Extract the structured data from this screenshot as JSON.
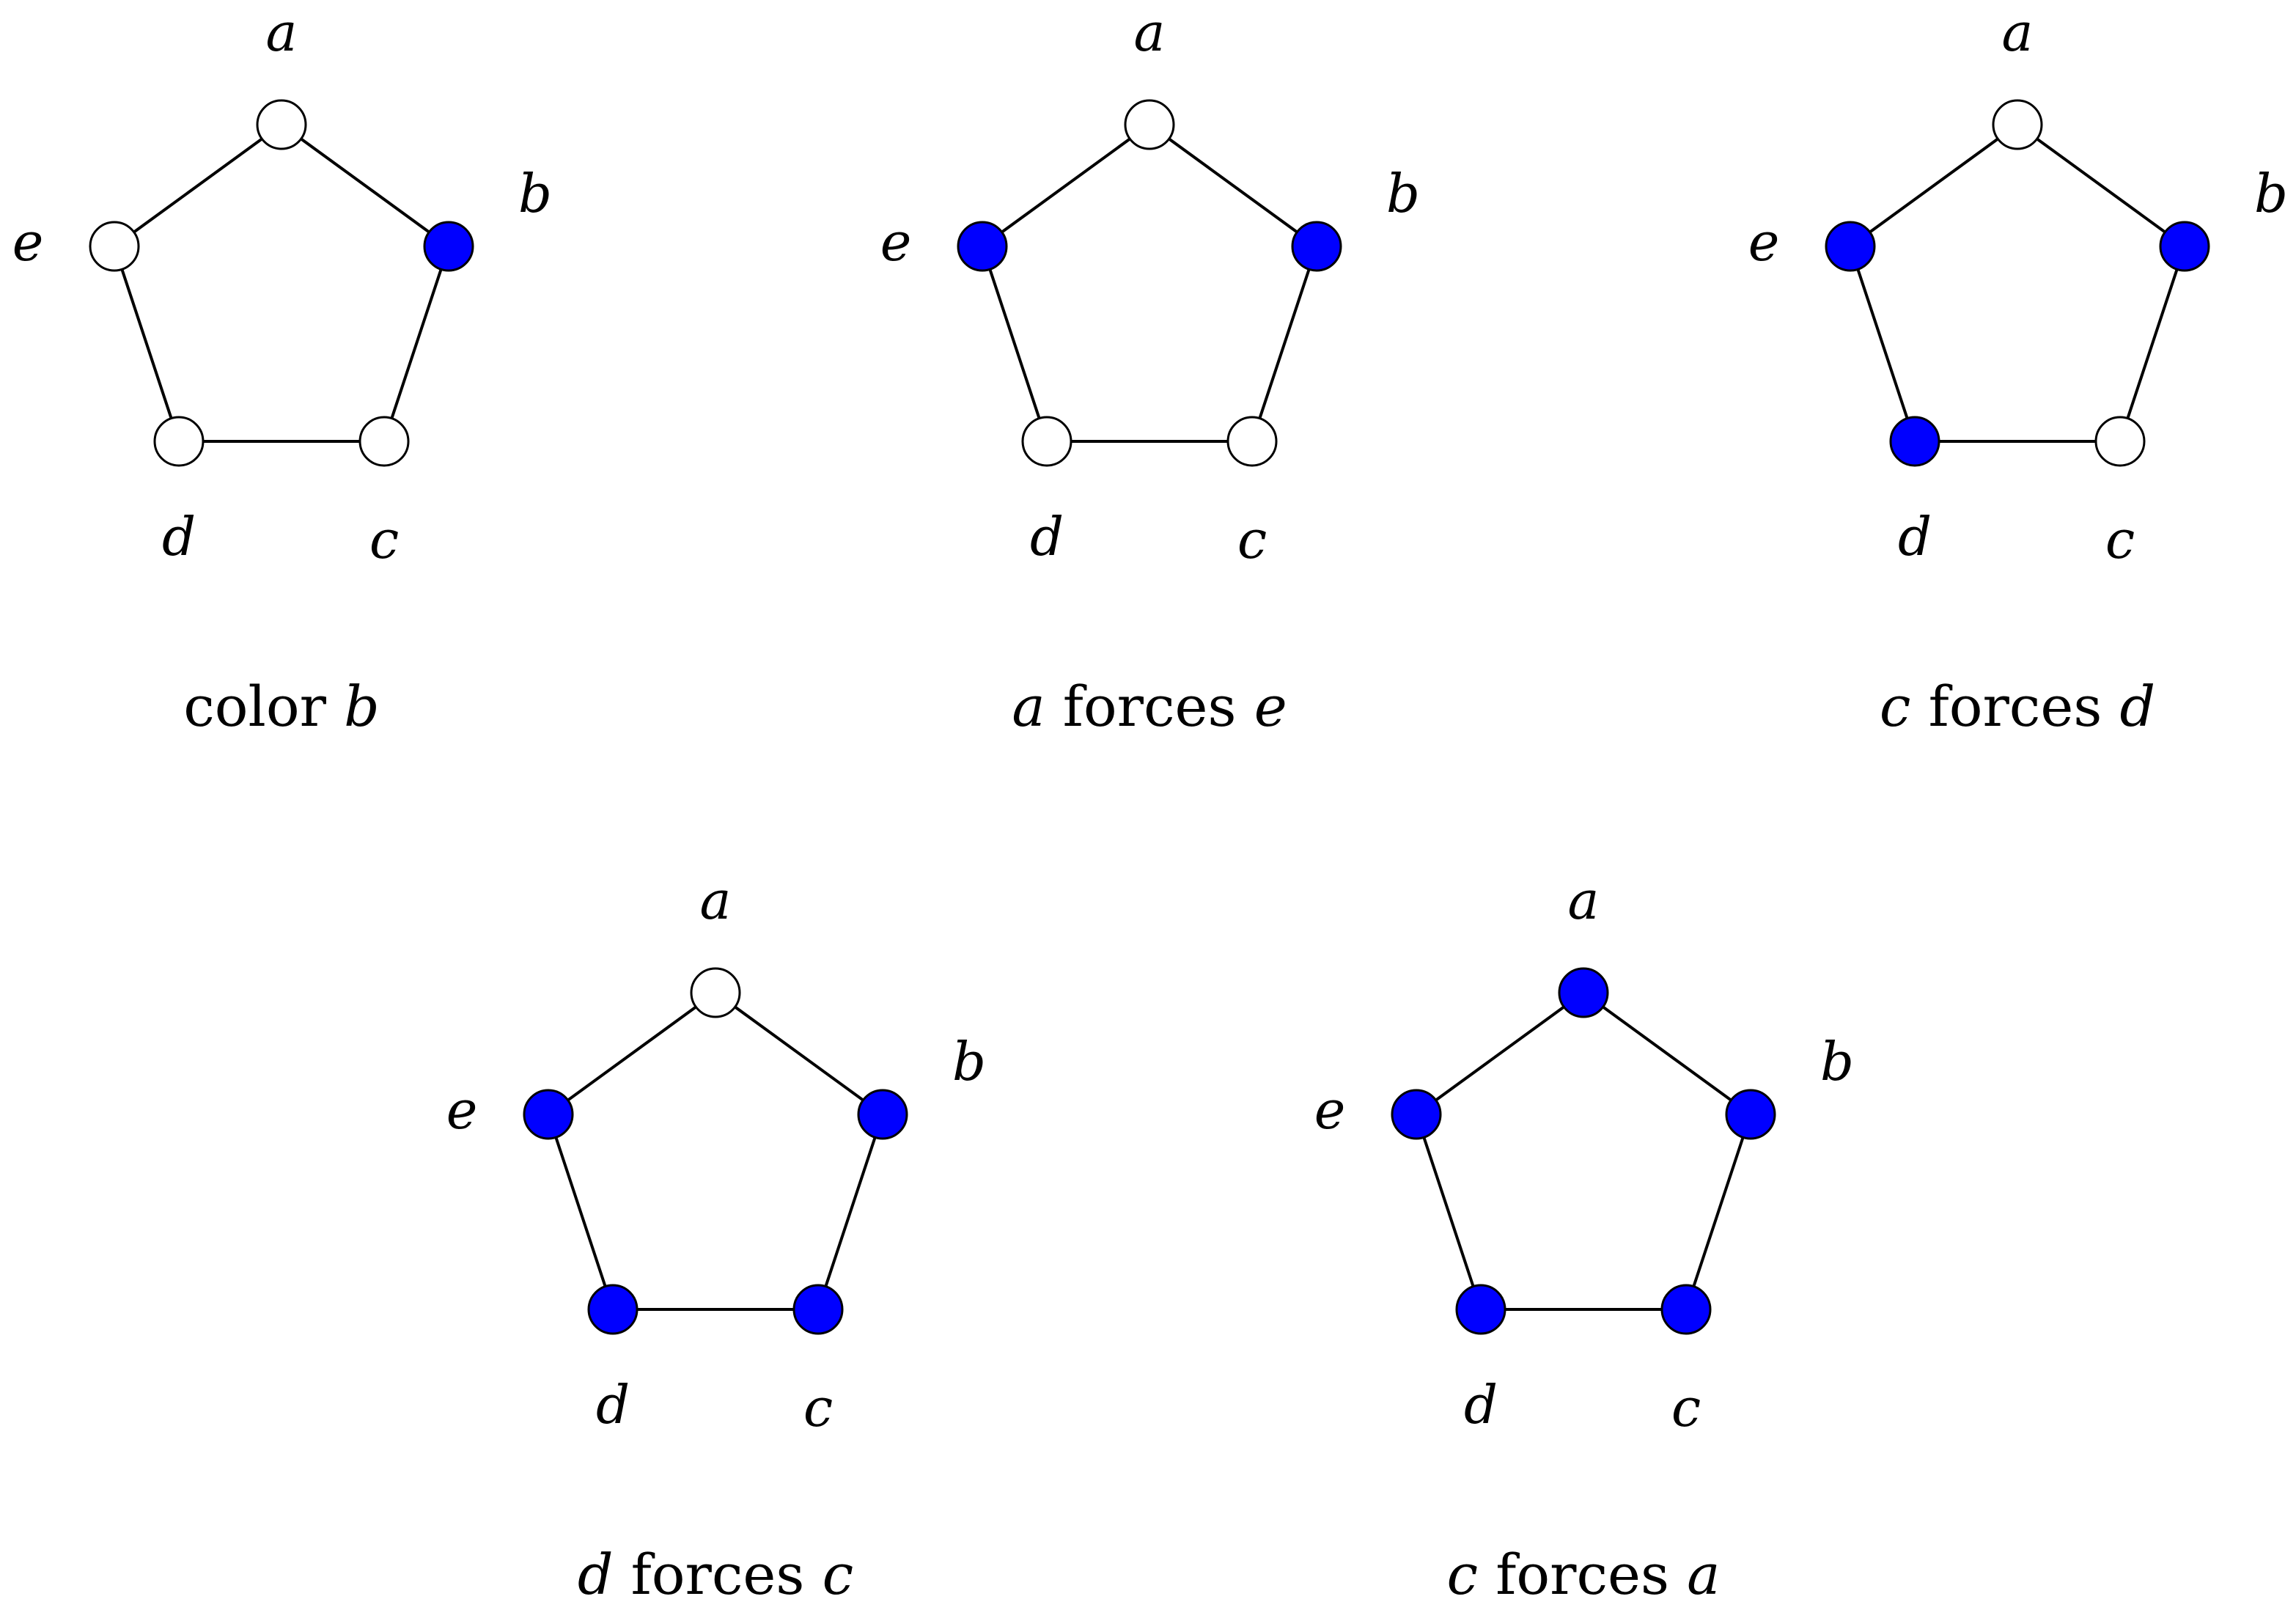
{
  "colors": {
    "filled": "#0000ff",
    "empty": "#ffffff",
    "stroke": "#000000"
  },
  "vertex_labels": [
    "a",
    "b",
    "c",
    "d",
    "e"
  ],
  "edges": [
    [
      "a",
      "b"
    ],
    [
      "b",
      "c"
    ],
    [
      "c",
      "d"
    ],
    [
      "d",
      "e"
    ],
    [
      "e",
      "a"
    ]
  ],
  "panels": [
    {
      "caption": {
        "v1": "",
        "word": "color",
        "v2": "b"
      },
      "filled": [
        "b"
      ]
    },
    {
      "caption": {
        "v1": "a",
        "word": "forces",
        "v2": "e"
      },
      "filled": [
        "b",
        "e"
      ]
    },
    {
      "caption": {
        "v1": "c",
        "word": "forces",
        "v2": "d"
      },
      "filled": [
        "b",
        "e",
        "d"
      ]
    },
    {
      "caption": {
        "v1": "d",
        "word": "forces",
        "v2": "c"
      },
      "filled": [
        "b",
        "e",
        "d",
        "c"
      ]
    },
    {
      "caption": {
        "v1": "c",
        "word": "forces",
        "v2": "a"
      },
      "filled": [
        "b",
        "e",
        "d",
        "c",
        "a"
      ]
    }
  ]
}
